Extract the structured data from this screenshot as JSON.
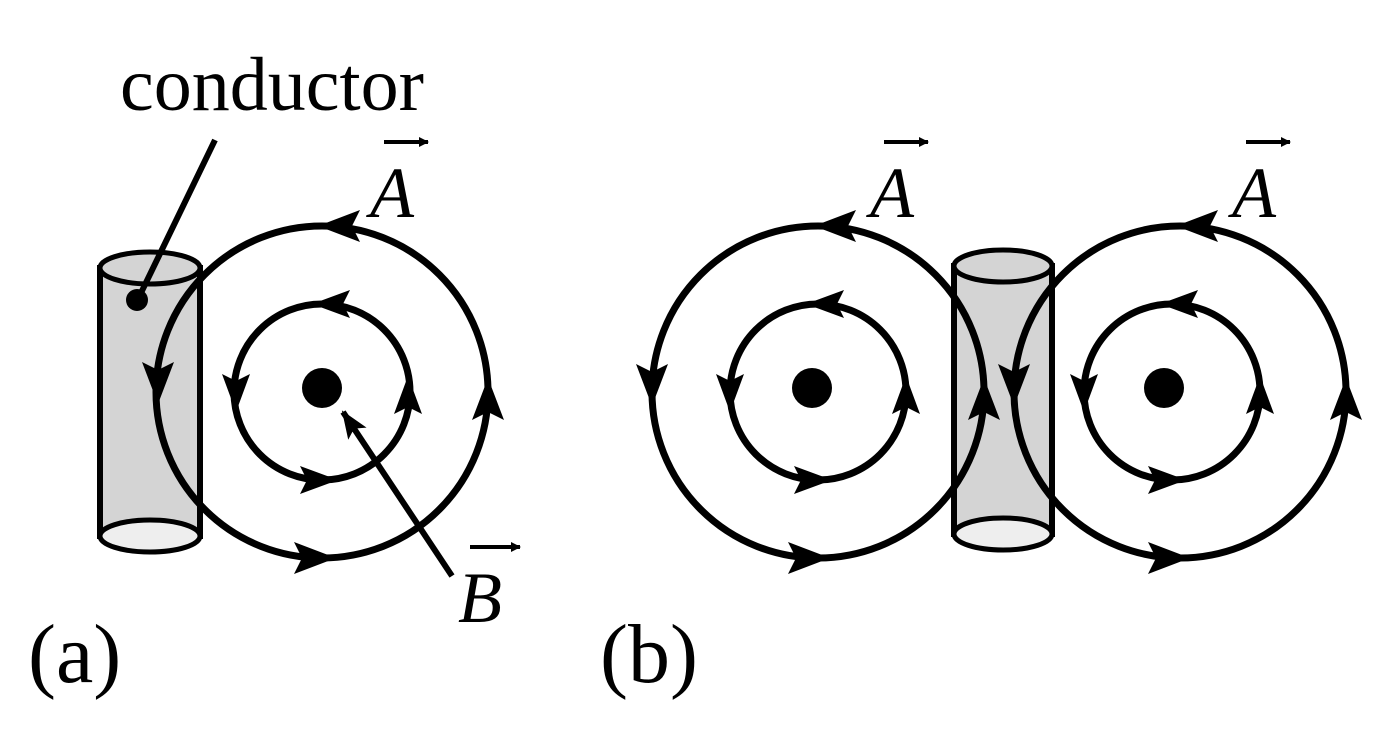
{
  "labels": {
    "conductor": "conductor",
    "vector_A": "A",
    "vector_B": "B",
    "panel_a": "(a)",
    "panel_b": "(b)"
  },
  "colors": {
    "stroke": "#000000",
    "conductor_fill": "#d4d4d4",
    "conductor_end_fill": "#eeeeee",
    "background": "#ffffff"
  }
}
